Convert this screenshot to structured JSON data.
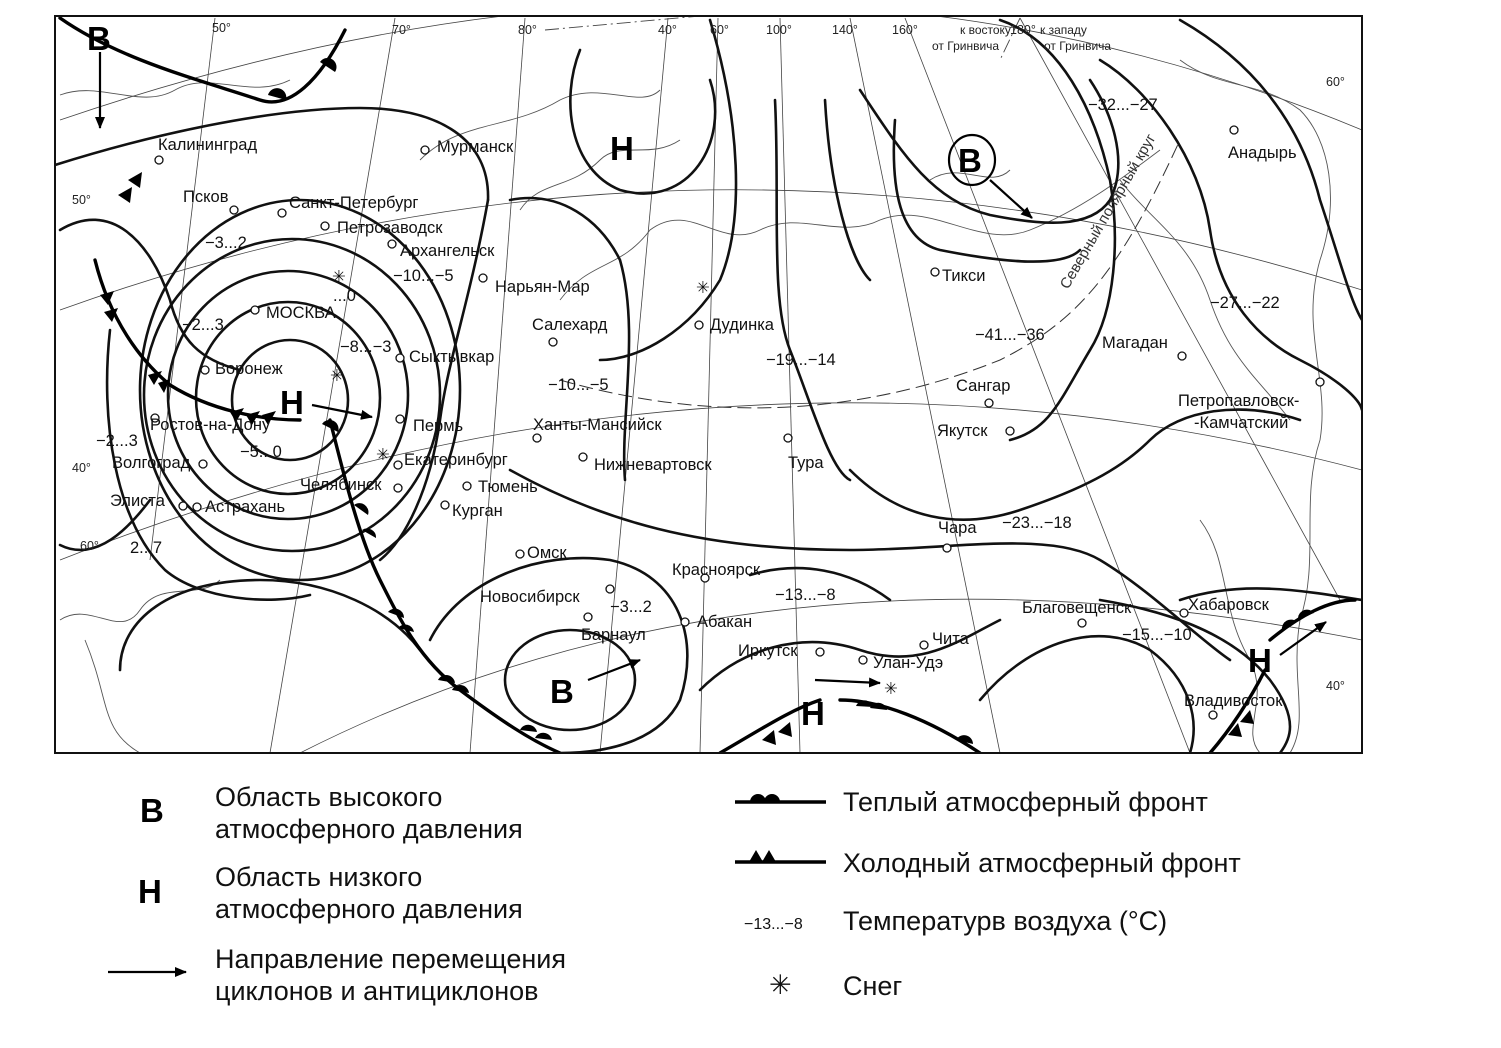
{
  "map": {
    "meridians": [
      "50°",
      "70°",
      "80°",
      "40°",
      "60°",
      "100°",
      "140°",
      "160°",
      "180°",
      "50°",
      "40°",
      "60°",
      "40°",
      "60°"
    ],
    "meridian_180_east": "к востоку",
    "meridian_180_east2": "от Гринвича",
    "meridian_180_west": "к западу",
    "meridian_180_west2": "от Гринвича",
    "polar_circle": "Северный полярный круг",
    "cities": [
      "Калининград",
      "Мурманск",
      "Псков",
      "Санкт-Петербург",
      "Петрозаводск",
      "Архангельск",
      "Нарьян-Мар",
      "МОСКВА",
      "Сыктывкар",
      "Салехард",
      "Дудинка",
      "Воронеж",
      "Пермь",
      "Ростов-на-Дону",
      "Ханты-Мансийск",
      "Волгоград",
      "Екатеринбург",
      "Нижневартовск",
      "Тура",
      "Челябинск",
      "Тюмень",
      "Элиста",
      "Астрахань",
      "Курган",
      "Омск",
      "Новосибирск",
      "Красноярск",
      "Барнаул",
      "Абакан",
      "Иркутск",
      "Чита",
      "Улан-Удэ",
      "Тикси",
      "Магадан",
      "Сангар",
      "Якутск",
      "Чара",
      "Благовещенск",
      "Хабаровск",
      "Владивосток",
      "Анадырь",
      "Петропавловск-",
      "-Камчатский"
    ],
    "temperatures": [
      "−3...2",
      "−10...−5",
      "...0",
      "−2...3",
      "−8...−3",
      "−2...3",
      "−5...0",
      "2...7",
      "−10...−5",
      "−19...−14",
      "−41...−36",
      "−32...−27",
      "−27...−22",
      "−23...−18",
      "−3...2",
      "−13...−8",
      "−15...−10"
    ],
    "pressure": {
      "high": "В",
      "low": "Н"
    }
  },
  "legend": {
    "high_symbol": "В",
    "high_line1": "Область высокого",
    "high_line2": "атмосферного давления",
    "low_symbol": "Н",
    "low_line1": "Область низкого",
    "low_line2": "атмосферного давления",
    "move_line1": "Направление перемещения",
    "move_line2": "циклонов и антициклонов",
    "warm_front": "Теплый атмосферный фронт",
    "cold_front": "Холодный атмосферный фронт",
    "temp_sample": "−13...−8",
    "temp_label": "Температурв воздуха (°С)",
    "snow_symbol": "✳",
    "snow_label": "Снег"
  }
}
